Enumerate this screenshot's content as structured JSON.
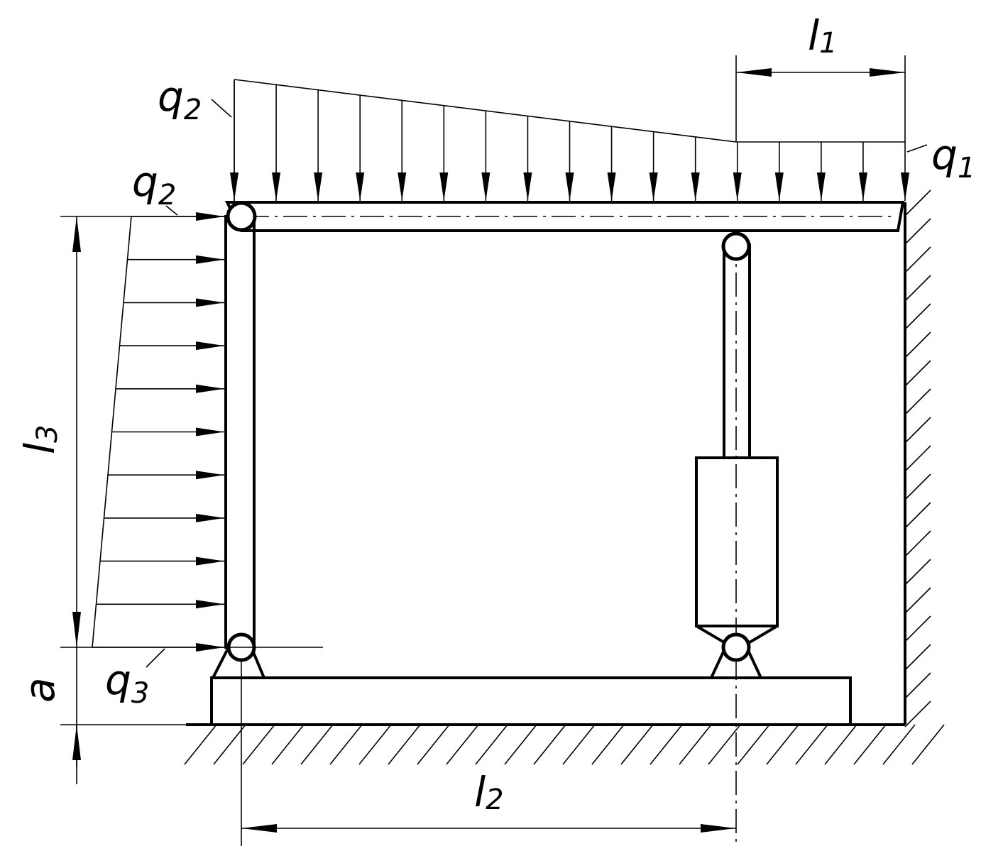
{
  "diagram": {
    "labels": {
      "l1": "l",
      "l1_sub": "1",
      "l2": "l",
      "l2_sub": "2",
      "l3": "l",
      "l3_sub": "3",
      "a": "a",
      "q1": "q",
      "q1_sub": "1",
      "q2_top": "q",
      "q2_top_sub": "2",
      "q2_left": "q",
      "q2_left_sub": "2",
      "q3": "q",
      "q3_sub": "3"
    },
    "colors": {
      "ink": "#000000",
      "paper": "#ffffff"
    }
  }
}
